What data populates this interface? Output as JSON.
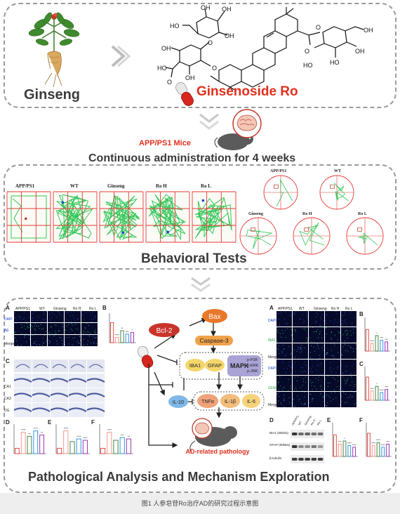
{
  "section1": {
    "ginseng_label": "Ginseng",
    "compound_label": "Ginsenoside Ro",
    "atom_labels": [
      "OH",
      "OH",
      "OH",
      "HO",
      "O",
      "O",
      "OH",
      "HO",
      "OH",
      "O",
      "O",
      "HO",
      "HO",
      "OH",
      "OH",
      "O",
      "HO",
      "O"
    ]
  },
  "mice_label": "APP/PS1 Mice",
  "admin_text": "Continuous administration for 4 weeks",
  "section2": {
    "title": "Behavioral Tests",
    "maze_labels": [
      "APP/PS1",
      "WT",
      "Ginseng",
      "Ro H",
      "Ro L"
    ],
    "water_labels": [
      "APP/PS1",
      "WT",
      "Ginseng",
      "Ro H",
      "Ro L"
    ]
  },
  "section3": {
    "title": "Pathological Analysis and Mechanism Exploration",
    "panel_letters_left": [
      "A",
      "B",
      "C",
      "D",
      "E",
      "F"
    ],
    "panel_letters_right": [
      "A",
      "B",
      "C",
      "D",
      "E",
      "F"
    ],
    "group_labels": [
      "APP/PS1",
      "WT",
      "Ginseng",
      "Ro H",
      "Ro L"
    ],
    "row_labels_left": [
      "DAPI",
      "Aβ",
      "Merge"
    ],
    "row_labels_hippo": [
      "CA1",
      "CA3",
      "DG"
    ],
    "row_labels_right": [
      "DAPI",
      "IBA1",
      "Merge",
      "DAPI",
      "GFAP",
      "Merge"
    ],
    "blot_labels": [
      "IBA1 (55kDa)",
      "GFAP (50kDa)",
      "β-tubulin"
    ],
    "blot_groups": [
      "APP/PS1",
      "WT",
      "Ginseng",
      "Ro H",
      "Ro L"
    ],
    "bar_significance": [
      "****",
      "***",
      "**",
      "*"
    ],
    "mechanism": {
      "bcl2": "Bcl-2",
      "bax": "Bax",
      "caspase": "Caspase-3",
      "iba1": "IBA1",
      "gfap": "GFAP",
      "mapk": "MAPK",
      "mapk_sub": [
        "p-P38",
        "p-ERK",
        "p-JNK"
      ],
      "il10": "IL-10",
      "tnfa": "TNFα",
      "il1b": "IL-1β",
      "il6": "IL-6",
      "pathology": "AD-related pathology"
    }
  },
  "caption": "图1 人参皂苷Ro治疗AD的研究过程示意图",
  "colors": {
    "accent_red": "#e0301e",
    "dashed_border": "#9a9a9a",
    "title_gray": "#3a3a3a",
    "maze_green": "#34c759",
    "maze_red": "#e53935",
    "node_bcl2": "#c9342b",
    "node_bax": "#e8782a",
    "node_caspase": "#f0a24a",
    "node_iba1": "#f5d66b",
    "node_mapk": "#a9a3d6",
    "node_il10": "#7fb7e6",
    "node_tnfa": "#f0a37a",
    "node_il1b": "#f3bd7c",
    "node_il6": "#f6d27a"
  }
}
